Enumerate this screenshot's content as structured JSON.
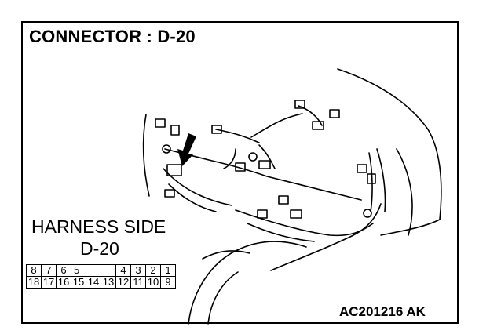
{
  "title": "CONNECTOR : D-20",
  "harness": {
    "label": "HARNESS SIDE",
    "connector_id": "D-20",
    "top_row": [
      "8",
      "7",
      "6",
      "5",
      "",
      "4",
      "3",
      "2",
      "1"
    ],
    "bottom_row": [
      "18",
      "17",
      "16",
      "15",
      "14",
      "13",
      "12",
      "11",
      "10",
      "9"
    ]
  },
  "figure_code": "AC201216 AK",
  "icons": {
    "pointer": "arrow-down-icon"
  }
}
